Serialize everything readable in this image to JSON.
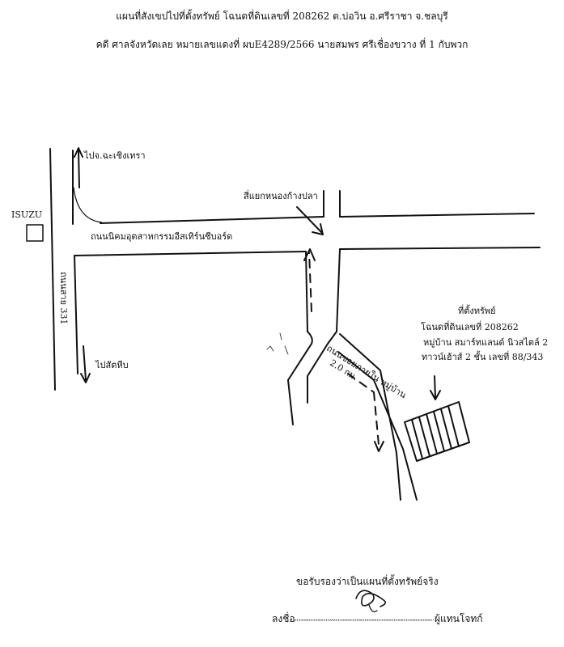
{
  "header": {
    "line1": "แผนที่สังเขปไปที่ตั้งทรัพย์ โฉนดที่ดินเลขที่ 208262 ต.บ่อวิน อ.ศรีราชา จ.ชลบุรี",
    "line2": "คดี ศาลจังหวัดเลย หมายเลขแดงที่ ผบE4289/2566 นายสมพร ศรีเชื่องขวาง ที่ 1 กับพวก"
  },
  "map": {
    "isuzu_label": "ISUZU",
    "to_chachoengsao": "ไปจ.ฉะเชิงเทรา",
    "intersection_label": "สี่แยกหนองก้างปลา",
    "main_road": "ถนนนิคมอุตสาหกรรมอีสเทิร์นซีบอร์ด",
    "highway_331": "ถนนสาย 331",
    "to_sattahip": "ไปสัตหีบ",
    "village_road": "ถนนซอยภายใน หมู่บ้าน",
    "distance": "2.0 กม.",
    "property_note": [
      "ที่ตั้งทรัพย์",
      "โฉนดที่ดินเลขที่ 208262",
      "หมู่บ้าน สมาร์ทแลนด์ นิวสไตล์ 2",
      "ทาวน์เฮ้าส์ 2 ชั้น เลขที่ 88/343"
    ],
    "road_color": "#111111"
  },
  "footer": {
    "certify": "ขอรับรองว่าเป็นแผนที่ตั้งทรัพย์จริง",
    "sign_label": "ลงชื่อ",
    "dots": "..............................................................................",
    "representative": "ผู้แทนโจทก์"
  }
}
